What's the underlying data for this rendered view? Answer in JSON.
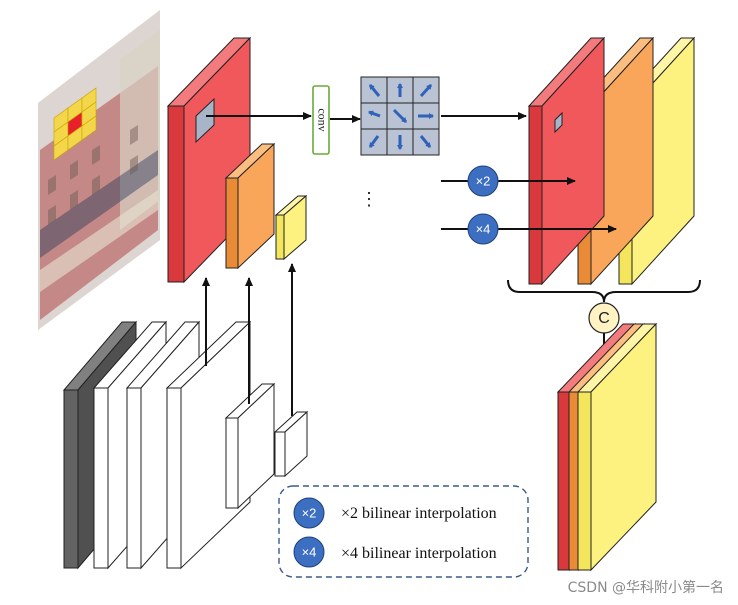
{
  "conv_block": {
    "label": "conv"
  },
  "ellipsis": "⋮",
  "badges": {
    "x2": "×2",
    "x4": "×4",
    "concat": "C"
  },
  "legend": {
    "x2_badge": "×2",
    "x2_text": "×2 bilinear interpolation",
    "x4_badge": "×4",
    "x4_text": "×4 bilinear interpolation"
  },
  "watermark": "CSDN @华科附小第一名",
  "colors": {
    "red": "#f0585b",
    "orange": "#f9a65a",
    "yellow": "#fdf17f",
    "badge_blue": "#3c6fc2",
    "kernel_cell": "#a8b4c8",
    "kernel_arrow": "#2f62b8",
    "conv_border": "#6aaa3a",
    "legend_border": "#3a5a8a",
    "dark_block": "#606060"
  },
  "icons": {
    "kernel_grid": "deformable-kernel-grid-icon",
    "source_image": "building-photo-image"
  }
}
